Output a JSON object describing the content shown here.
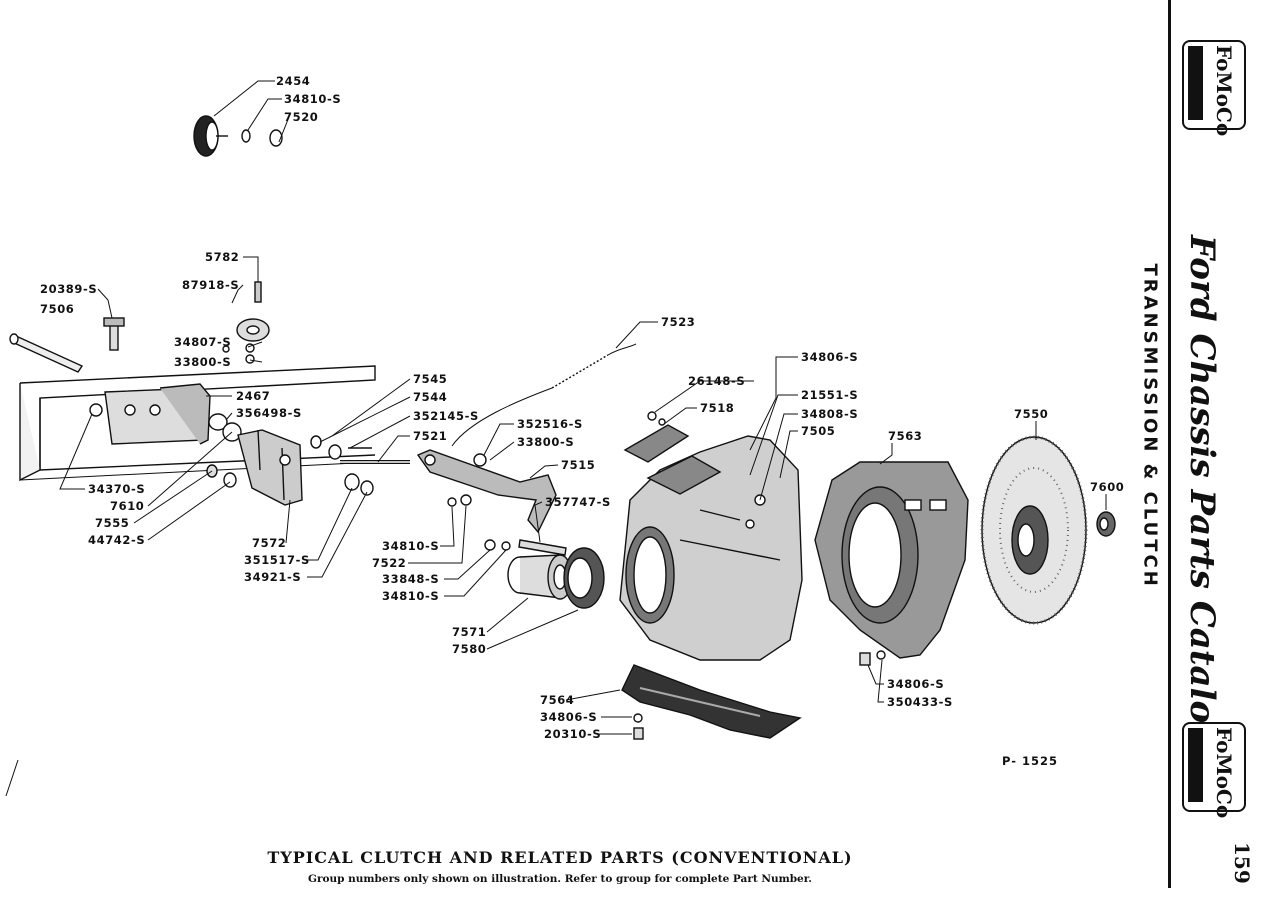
{
  "caption": {
    "title": "TYPICAL CLUTCH AND RELATED PARTS (CONVENTIONAL)",
    "note": "Group numbers only shown on illustration.  Refer to group for complete Part Number."
  },
  "illustration_code": "P- 1525",
  "sidebar": {
    "section_title": "TRANSMISSION & CLUTCH",
    "catalog_title": "Ford Chassis Parts Catalog",
    "page_number": "159",
    "badge_text": "FoMoCo"
  },
  "labels": {
    "l2454": "2454",
    "l34810_top": "34810-S",
    "l7520": "7520",
    "l5782": "5782",
    "l87918": "87918-S",
    "l20389": "20389-S",
    "l7506": "7506",
    "l34807": "34807-S",
    "l33800_a": "33800-S",
    "l7545": "7545",
    "l7544": "7544",
    "l352145": "352145-S",
    "l2467": "2467",
    "l356498": "356498-S",
    "l7521": "7521",
    "l34370": "34370-S",
    "l7610": "7610",
    "l7555": "7555",
    "l44742": "44742-S",
    "l7572": "7572",
    "l351517": "351517-S",
    "l34921": "34921-S",
    "l7523": "7523",
    "l352516": "352516-S",
    "l33800_b": "33800-S",
    "l7515": "7515",
    "l357747": "357747-S",
    "l34810_mid": "34810-S",
    "l7522": "7522",
    "l33848": "33848-S",
    "l34810_low": "34810-S",
    "l7571": "7571",
    "l7580": "7580",
    "l34806_top": "34806-S",
    "l26148": "26148-S",
    "l7518": "7518",
    "l21551": "21551-S",
    "l34808": "34808-S",
    "l7505": "7505",
    "l7563": "7563",
    "l7550": "7550",
    "l7600": "7600",
    "l34806_bot": "34806-S",
    "l350433": "350433-S",
    "l7564": "7564",
    "l34806_pan": "34806-S",
    "l20310": "20310-S"
  }
}
